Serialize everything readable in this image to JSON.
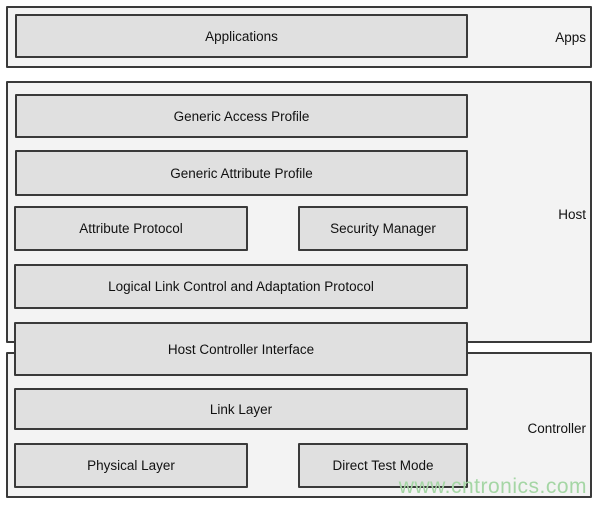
{
  "sections": {
    "apps": {
      "label": "Apps",
      "boxes": {
        "applications": "Applications"
      }
    },
    "host": {
      "label": "Host",
      "boxes": {
        "gap": "Generic Access Profile",
        "gatt": "Generic Attribute Profile",
        "att": "Attribute Protocol",
        "smp": "Security Manager",
        "l2cap": "Logical Link Control and Adaptation Protocol",
        "hci": "Host Controller Interface"
      }
    },
    "controller": {
      "label": "Controller",
      "boxes": {
        "link_layer": "Link Layer",
        "physical_layer": "Physical Layer",
        "direct_test_mode": "Direct Test Mode"
      }
    }
  },
  "watermark": "www.cntronics.com",
  "colors": {
    "section_fill": "#f3f3f3",
    "box_fill": "#e0e0e0",
    "border": "#3a3a3a",
    "text": "#111111",
    "watermark_green": "#a5d6a5"
  }
}
